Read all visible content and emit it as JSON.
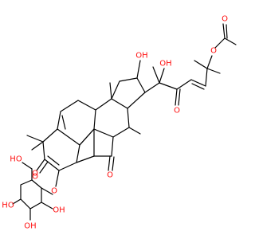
{
  "colors": {
    "bond": "#000000",
    "oxygen": "#ff0d0d",
    "background": "#ffffff"
  },
  "atoms": [
    {
      "id": "oh_top",
      "label": "OH",
      "element": "O"
    },
    {
      "id": "oh_mid",
      "label": "OH",
      "element": "O"
    },
    {
      "id": "o_ketone_side",
      "label": "O",
      "element": "O"
    },
    {
      "id": "o_ester_link",
      "label": "O",
      "element": "O"
    },
    {
      "id": "o_acetyl",
      "label": "O",
      "element": "O"
    },
    {
      "id": "o_ketone_c11",
      "label": "O",
      "element": "O"
    },
    {
      "id": "o_ketone_ring_a",
      "label": "O",
      "element": "O"
    },
    {
      "id": "o_glycoside_link",
      "label": "O",
      "element": "O"
    },
    {
      "id": "o_sugar_ring",
      "label": "O",
      "element": "O"
    },
    {
      "id": "ho_ch2",
      "label": "HO",
      "element": "O"
    },
    {
      "id": "oh_sugar_right",
      "label": "OH",
      "element": "O"
    },
    {
      "id": "ho_sugar_left",
      "label": "HO",
      "element": "O"
    },
    {
      "id": "oh_sugar_bottom",
      "label": "OH",
      "element": "O"
    }
  ]
}
